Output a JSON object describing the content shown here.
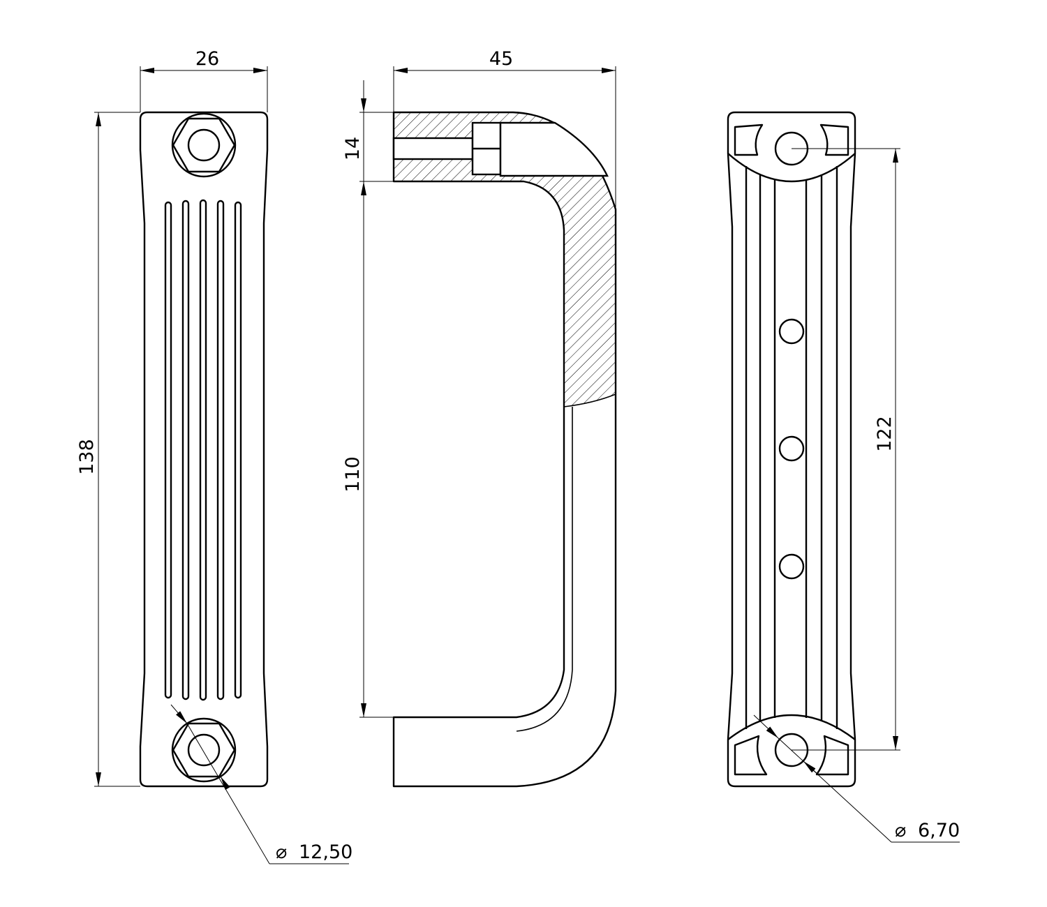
{
  "drawing": {
    "front_view": {
      "width_dim": "26",
      "height_dim": "138",
      "bolt_diameter_dim": "12,50",
      "groove_count": 5
    },
    "section_view": {
      "depth_dim": "45",
      "thickness_dim": "14",
      "inner_height_dim": "110"
    },
    "back_view": {
      "hole_spacing_dim": "122",
      "hole_diameter_dim": "6,70",
      "small_hole_count": 3
    },
    "diameter_symbol": "⌀"
  }
}
